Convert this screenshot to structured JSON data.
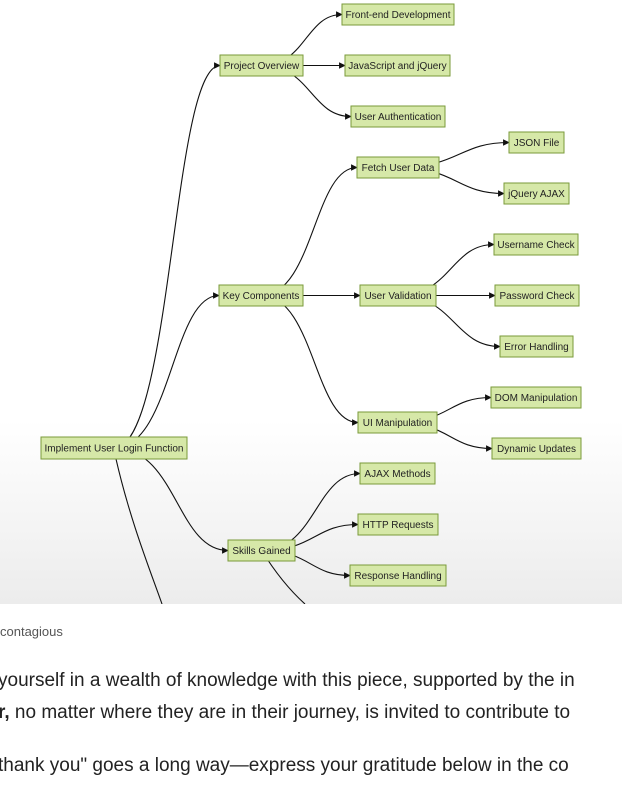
{
  "diagram": {
    "nodes": [
      {
        "id": "root",
        "label": "Implement User Login Function"
      },
      {
        "id": "overview",
        "label": "Project Overview"
      },
      {
        "id": "frontend",
        "label": "Front-end Development"
      },
      {
        "id": "jsjq",
        "label": "JavaScript and jQuery"
      },
      {
        "id": "auth",
        "label": "User Authentication"
      },
      {
        "id": "components",
        "label": "Key Components"
      },
      {
        "id": "fetch",
        "label": "Fetch User Data"
      },
      {
        "id": "json",
        "label": "JSON File"
      },
      {
        "id": "ajax",
        "label": "jQuery AJAX"
      },
      {
        "id": "validation",
        "label": "User Validation"
      },
      {
        "id": "ucheck",
        "label": "Username Check"
      },
      {
        "id": "pcheck",
        "label": "Password Check"
      },
      {
        "id": "errors",
        "label": "Error Handling"
      },
      {
        "id": "ui",
        "label": "UI Manipulation"
      },
      {
        "id": "dom",
        "label": "DOM Manipulation"
      },
      {
        "id": "dynamic",
        "label": "Dynamic Updates"
      },
      {
        "id": "skills",
        "label": "Skills Gained"
      },
      {
        "id": "ajaxm",
        "label": "AJAX Methods"
      },
      {
        "id": "http",
        "label": "HTTP Requests"
      },
      {
        "id": "response",
        "label": "Response Handling"
      }
    ],
    "edges": [
      [
        "root",
        "overview"
      ],
      [
        "root",
        "components"
      ],
      [
        "root",
        "skills"
      ],
      [
        "overview",
        "frontend"
      ],
      [
        "overview",
        "jsjq"
      ],
      [
        "overview",
        "auth"
      ],
      [
        "components",
        "fetch"
      ],
      [
        "components",
        "validation"
      ],
      [
        "components",
        "ui"
      ],
      [
        "fetch",
        "json"
      ],
      [
        "fetch",
        "ajax"
      ],
      [
        "validation",
        "ucheck"
      ],
      [
        "validation",
        "pcheck"
      ],
      [
        "validation",
        "errors"
      ],
      [
        "ui",
        "dom"
      ],
      [
        "ui",
        "dynamic"
      ],
      [
        "skills",
        "ajaxm"
      ],
      [
        "skills",
        "http"
      ],
      [
        "skills",
        "response"
      ]
    ]
  },
  "caption": "contagious",
  "paragraphs": {
    "p1": "yourself in a wealth of knowledge with this piece, supported by the in",
    "p2_bold": "r,",
    "p2_rest": " no matter where they are in their journey, is invited to contribute to",
    "p3": "thank you\" goes a long way—express your gratitude below in the co"
  }
}
